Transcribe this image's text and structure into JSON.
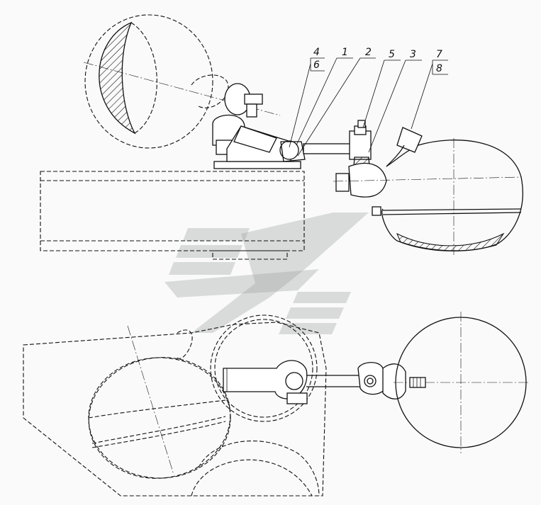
{
  "callouts": [
    {
      "id": "c4",
      "text": "4"
    },
    {
      "id": "c6",
      "text": "6"
    },
    {
      "id": "c1",
      "text": "1"
    },
    {
      "id": "c2",
      "text": "2"
    },
    {
      "id": "c5",
      "text": "5"
    },
    {
      "id": "c3",
      "text": "3"
    },
    {
      "id": "c7",
      "text": "7"
    },
    {
      "id": "c8",
      "text": "8"
    }
  ],
  "colors": {
    "line": "#111111",
    "background": "#fafafa",
    "watermark": "#9aa09e"
  }
}
